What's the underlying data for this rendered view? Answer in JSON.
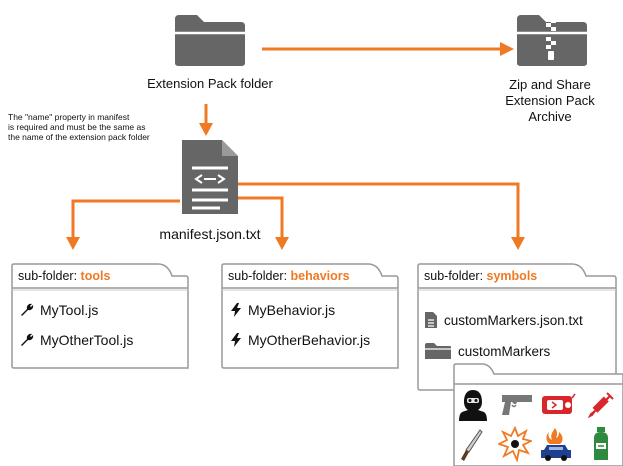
{
  "colors": {
    "accent": "#f07a24",
    "folder_gray": "#666666",
    "border_gray": "#999999",
    "marker_red": "#d8262b"
  },
  "source": {
    "label": "Extension Pack folder",
    "icon": "folder-icon"
  },
  "archive": {
    "label_lines": [
      "Zip and Share",
      "Extension Pack",
      "Archive"
    ],
    "icon": "zip-folder-icon"
  },
  "note": {
    "lines": [
      "The \"name\" property in manifest",
      "is required and must be the same as",
      "the name of the extension pack folder"
    ]
  },
  "manifest": {
    "label": "manifest.json.txt",
    "icon": "document-code-icon"
  },
  "panels": [
    {
      "prefix": "sub-folder: ",
      "name": "tools",
      "items": [
        {
          "label": "MyTool.js",
          "icon": "wrench-icon"
        },
        {
          "label": "MyOtherTool.js",
          "icon": "wrench-icon"
        }
      ]
    },
    {
      "prefix": "sub-folder: ",
      "name": "behaviors",
      "items": [
        {
          "label": "MyBehavior.js",
          "icon": "lightning-icon"
        },
        {
          "label": "MyOtherBehavior.js",
          "icon": "lightning-icon"
        }
      ]
    },
    {
      "prefix": "sub-folder: ",
      "name": "symbols",
      "items": [
        {
          "label": "customMarkers.json.txt",
          "icon": "document-icon"
        },
        {
          "label": "customMarkers",
          "icon": "folder-icon"
        }
      ]
    }
  ],
  "marker_icons": [
    "masked-person-icon",
    "pistol-icon",
    "explosive-icon",
    "syringe-icon",
    "knife-icon",
    "blast-icon",
    "car-fire-icon",
    "gas-cylinder-icon"
  ]
}
